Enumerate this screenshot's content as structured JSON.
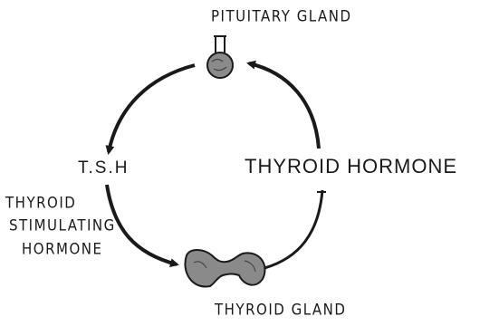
{
  "labels": {
    "pituitary_gland": "PITUITARY GLAND",
    "tsh": "T.S.H",
    "thyroid_hormone": "THYROID HORMONE",
    "tsh_full": [
      "THYROID",
      "STIMULATING",
      "HORMONE"
    ],
    "thyroid_gland": "THYROID GLAND"
  },
  "colors": {
    "ink": "#1a1a1a",
    "background": "#ffffff"
  }
}
